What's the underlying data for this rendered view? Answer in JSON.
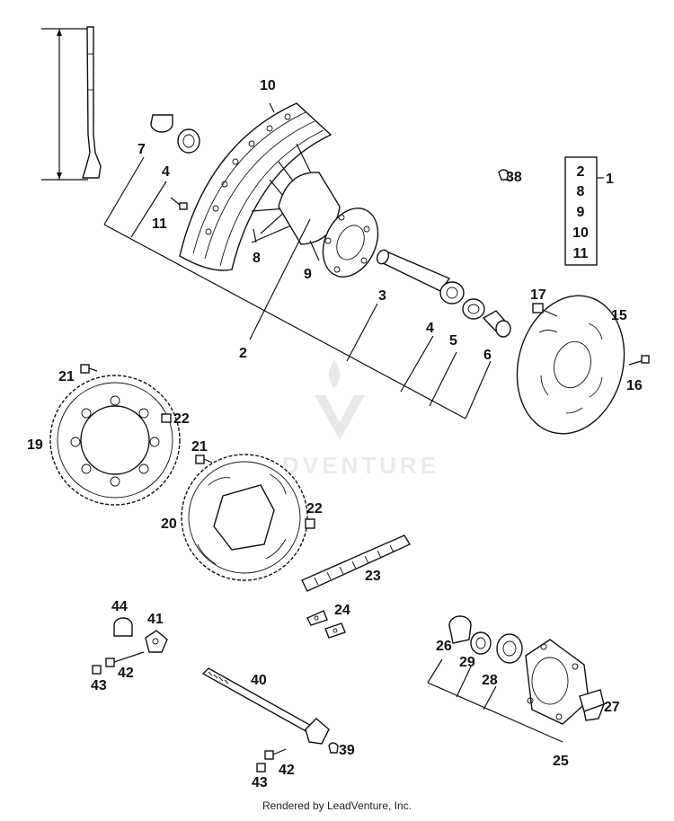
{
  "callouts": {
    "c1": "1",
    "c2": "2",
    "c3": "3",
    "c4a": "4",
    "c4b": "4",
    "c5": "5",
    "c6": "6",
    "c7": "7",
    "c8": "8",
    "c9": "9",
    "c10": "10",
    "c11": "11",
    "c15": "15",
    "c16": "16",
    "c17": "17",
    "c19": "19",
    "c20": "20",
    "c21a": "21",
    "c21b": "21",
    "c22a": "22",
    "c22b": "22",
    "c23": "23",
    "c24": "24",
    "c25": "25",
    "c26": "26",
    "c27": "27",
    "c28": "28",
    "c29": "29",
    "c38": "38",
    "c39": "39",
    "c40": "40",
    "c41": "41",
    "c42a": "42",
    "c42b": "42",
    "c43a": "43",
    "c43b": "43",
    "c44": "44"
  },
  "kit_box": {
    "items": [
      "2",
      "8",
      "9",
      "10",
      "11"
    ]
  },
  "watermark": {
    "text": "LEADVENTURE"
  },
  "footer": {
    "text": "Rendered by LeadVenture, Inc."
  }
}
